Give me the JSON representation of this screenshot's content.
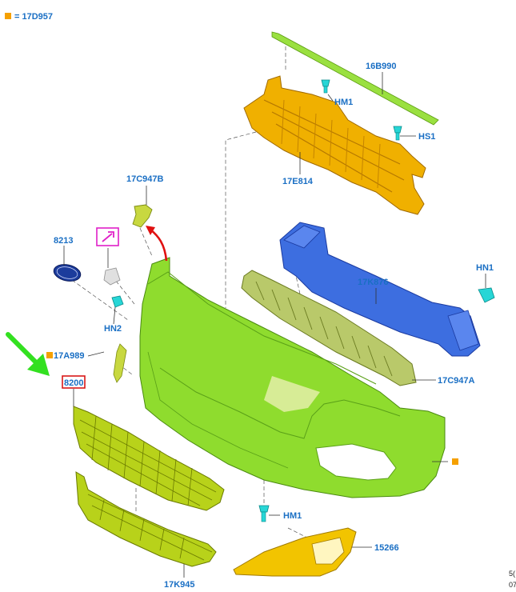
{
  "legend": {
    "marker_color": "#f5a000",
    "text": "= 17D957"
  },
  "labels": {
    "p16B990": "16B990",
    "pHM1_top": "HM1",
    "pHS1": "HS1",
    "p17E814": "17E814",
    "p17C947B": "17C947B",
    "p8213": "8213",
    "pHN2": "HN2",
    "pHN1": "HN1",
    "p17K876": "17K876",
    "p17A989": "17A989",
    "p8200": "8200",
    "p17C947A": "17C947A",
    "pHM1_bottom": "HM1",
    "p15266": "15266",
    "p17K945": "17K945"
  },
  "corner_text": [
    "5(",
    "07"
  ],
  "colors": {
    "label_text": "#1a6fc4",
    "bumper_green": "#8fdc2e",
    "absorber_orange": "#f0b000",
    "beam_blue": "#3d6ee0",
    "grille_yellow_green": "#b8d21a",
    "fog_bezel_yellow": "#f2c400",
    "clip_cyan": "#27d6d6",
    "highlight_red": "#d81818",
    "highlight_magenta": "#e020c8",
    "arrow_green": "#33e020",
    "arrow_red": "#e01010",
    "emblem_blue": "#1c3c9c"
  },
  "icons": {
    "legend_marker": "orange-square-icon",
    "emblem": "ford-oval-emblem-icon",
    "new_part_marker": "pencil-arrow-icon",
    "callout_arrow": "green-arrow-icon",
    "curved_arrow": "red-curved-arrow-icon"
  }
}
